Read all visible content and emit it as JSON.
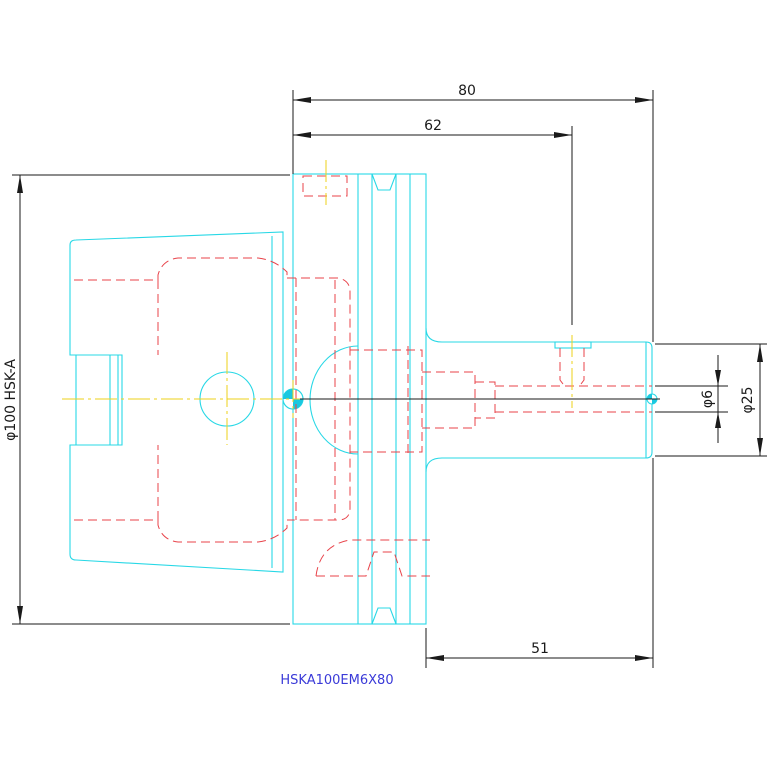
{
  "drawing": {
    "part_label": "HSKA100EM6X80",
    "colors": {
      "outline": "#28d8e6",
      "hidden": "#e8434a",
      "centerline": "#eed21a",
      "dimension": "#1a1a1a",
      "label": "#3a3ad8"
    }
  },
  "dimensions": {
    "overall_length": "80",
    "arbor_length": "62",
    "projection_length": "51",
    "taper_diameter": "φ100 HSK-A",
    "bore_diameter": "φ6",
    "nose_diameter": "φ25"
  }
}
